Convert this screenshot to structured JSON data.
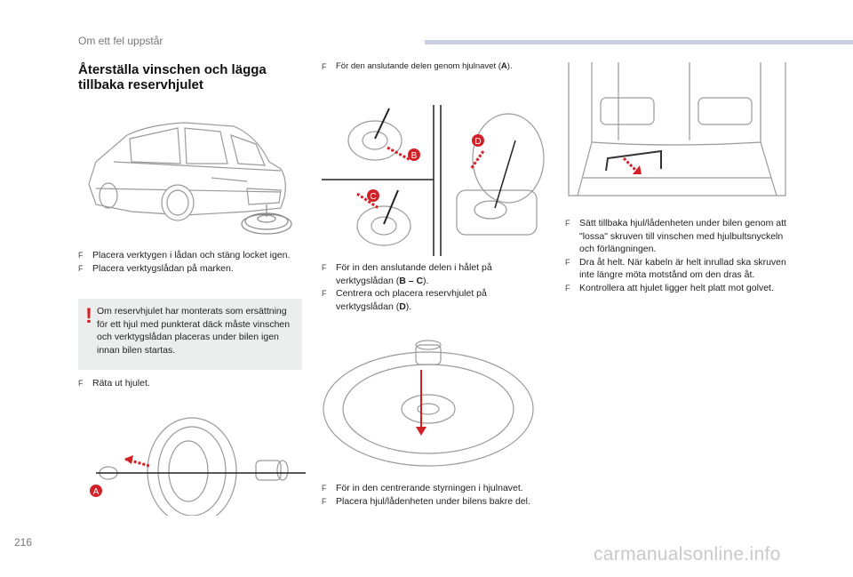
{
  "header": {
    "section_title": "Om ett fel uppstår"
  },
  "page": {
    "number": "216"
  },
  "title": "Återställa vinschen och lägga tillbaka reservhjulet",
  "left_col": {
    "steps_top": [
      "Placera verktygen i lådan och stäng locket igen.",
      "Placera verktygslådan på marken."
    ],
    "warning": "Om reservhjulet har monterats som ersättning för ett hjul med punkterat däck måste vinschen och verktygslådan placeras under bilen igen innan bilen startas.",
    "step_straighten": "Räta ut hjulet."
  },
  "mid_col": {
    "step_top": {
      "pre": "För den anslutande delen genom hjulnavet (",
      "bold": "A",
      "post": ")."
    },
    "step_hole": {
      "pre": "För in den anslutande delen i hålet på verktygslådan (",
      "bold": "B – C",
      "post": ")."
    },
    "step_center": {
      "pre": "Centrera och placera reservhjulet på verktygslådan (",
      "bold": "D",
      "post": ")."
    },
    "step_guide": "För in den centrerande styrningen i hjulnavet.",
    "step_place": "Placera hjul/lådenheten under bilens bakre del."
  },
  "right_col": {
    "steps": [
      "Sätt tillbaka hjul/lådenheten under bilen genom att \"lossa\" skruven till vinschen med hjulbultsnyckeln och förlängningen.",
      "Dra åt helt. När kabeln är helt inrullad ska skruven inte längre möta motstånd om den dras åt.",
      "Kontrollera att hjulet ligger helt platt mot golvet."
    ]
  },
  "callouts": {
    "a": "A",
    "b": "B",
    "c": "C",
    "d": "D"
  },
  "watermark": "carmanualsonline.info",
  "colors": {
    "accent_red": "#d32027",
    "header_bar": "#c9cee0",
    "gray_box": "#eceded",
    "line_art": "#9a9a9a"
  }
}
